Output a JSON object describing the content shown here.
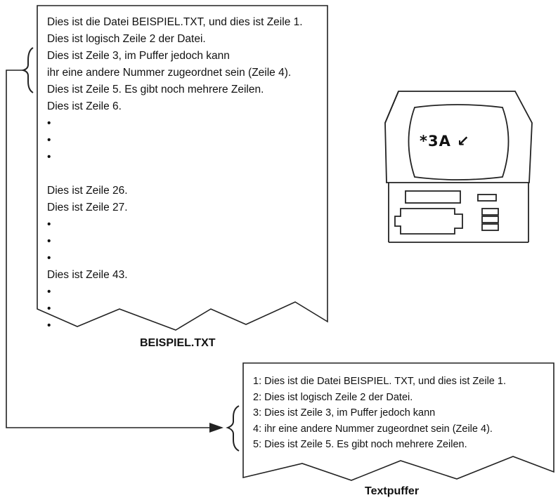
{
  "file_listing": {
    "lines": [
      "Dies ist die Datei BEISPIEL.TXT, und dies ist Zeile 1.",
      "Dies ist logisch Zeile 2 der Datei.",
      "Dies ist Zeile 3, im Puffer jedoch kann",
      "ihr eine andere Nummer zugeordnet sein (Zeile 4).",
      "Dies ist Zeile 5. Es gibt noch mehrere Zeilen.",
      "Dies ist Zeile 6.",
      "•",
      "•",
      "•",
      "",
      "Dies ist Zeile 26.",
      "Dies ist Zeile 27.",
      "•",
      "•",
      "•",
      "Dies ist Zeile 43.",
      "•",
      "•",
      "•"
    ],
    "caption": "BEISPIEL.TXT"
  },
  "buffer_listing": {
    "lines": [
      "1: Dies ist die Datei BEISPIEL. TXT, und dies ist Zeile 1.",
      "2: Dies ist logisch Zeile 2 der Datei.",
      "3: Dies ist Zeile 3, im Puffer jedoch kann",
      "4: ihr eine andere Nummer zugeordnet sein (Zeile 4).",
      "5: Dies ist Zeile 5. Es gibt noch mehrere Zeilen."
    ],
    "caption": "Textpuffer"
  },
  "terminal": {
    "screen_text": "*3A",
    "icon": "terminal-icon"
  }
}
